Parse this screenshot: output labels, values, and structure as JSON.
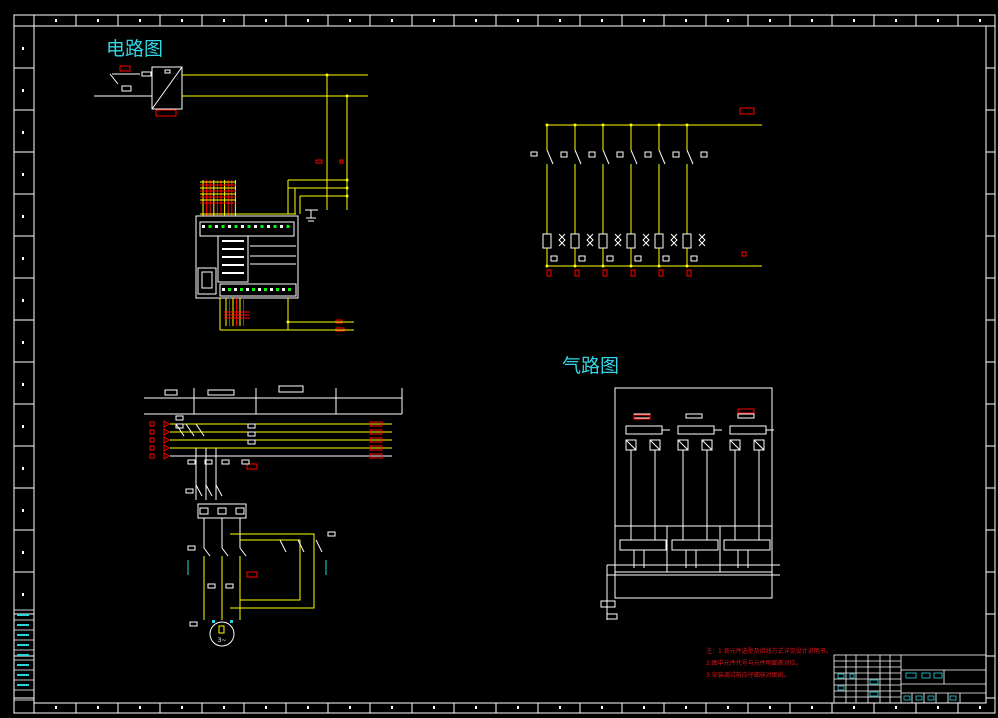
{
  "titles": {
    "circuit_diagram": "电路图",
    "pneumatic_diagram": "气路图"
  },
  "notes": {
    "lines": [
      "注：1.各元件选型及接线方式详见设计说明书。",
      "2.图中元件代号与元件明细表对应。",
      "3.安装调试前应仔细核对图纸。"
    ]
  },
  "colors": {
    "background": "#000000",
    "frame": "#ffffff",
    "wire": "#ffff00",
    "component": "#ffffff",
    "label": "#ff0000",
    "cyan": "#00ffff",
    "green": "#00ff00"
  }
}
